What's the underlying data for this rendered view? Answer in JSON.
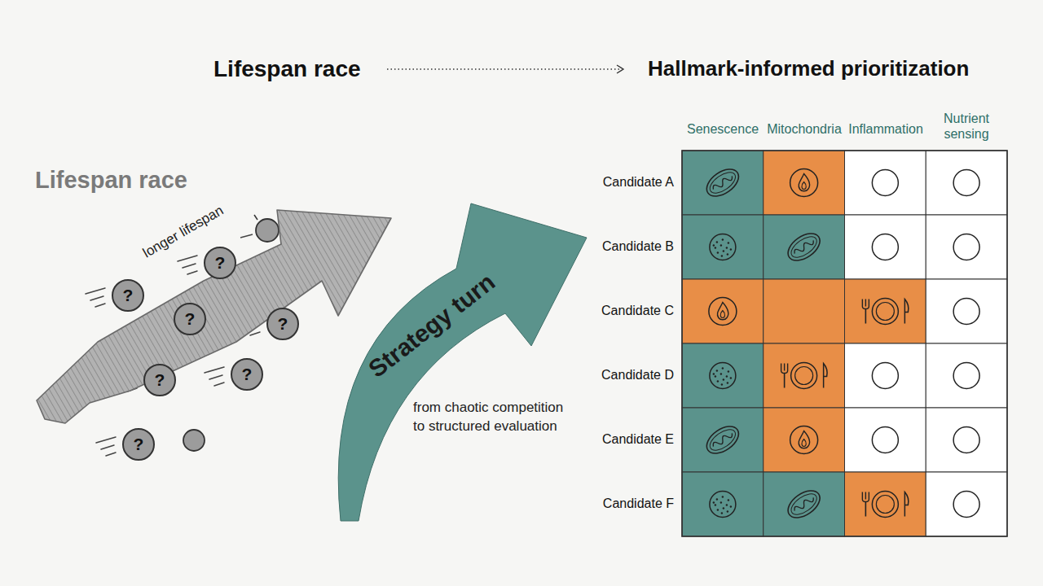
{
  "diagram": {
    "nodes": [
      {
        "text": [
          "longer lifespan"
        ]
      },
      {
        "text": [
          "?"
        ]
      },
      {
        "text": [
          "?"
        ]
      },
      {
        "text": [
          "?"
        ]
      },
      {
        "text": [
          "?"
        ]
      },
      {
        "text": [
          "?"
        ]
      },
      {
        "text": [
          "?"
        ]
      },
      {
        "text": [
          "?"
        ]
      },
      {
        "text": [
          "Strategy turn"
        ]
      }
    ],
    "labels": [
      "Lifespan race",
      "Hallmark-informed prioritization",
      "Lifespan race",
      "from chaotic competition to structured evaluation",
      "Senescence",
      "Mitochondria",
      "Inflammation",
      "Nutrient sensing",
      "Candidate A",
      "Candidate B",
      "Candidate C",
      "Candidate D",
      "Candidate E",
      "Candidate F"
    ]
  }
}
